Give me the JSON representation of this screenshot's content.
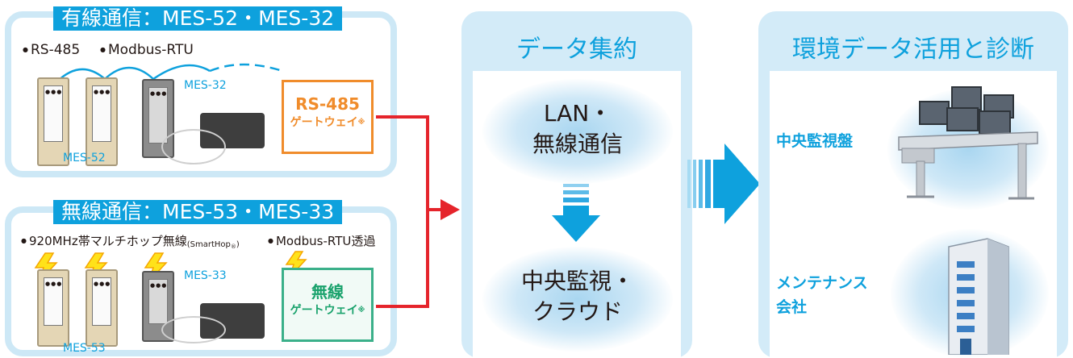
{
  "wired": {
    "title": "有線通信：MES-52・MES-32",
    "bullet1": "RS-485",
    "bullet2": "Modbus-RTU",
    "device_label_a": "MES-32",
    "device_label_b": "MES-52",
    "gateway_title": "RS-485",
    "gateway_sub": "ゲートウェイ",
    "gateway_mark": "※"
  },
  "wireless": {
    "title": "無線通信：MES-53・MES-33",
    "bullet1_main": "920MHz帯マルチホップ無線",
    "bullet1_small": "(SmartHop",
    "bullet1_reg": "®",
    "bullet1_close": ")",
    "bullet2": "Modbus-RTU透過",
    "device_label_a": "MES-33",
    "device_label_b": "MES-53",
    "gateway_title": "無線",
    "gateway_sub": "ゲートウェイ",
    "gateway_mark": "※"
  },
  "aggregation": {
    "header": "データ集約",
    "top_line1": "LAN・",
    "top_line2": "無線通信",
    "bottom_line1": "中央監視・",
    "bottom_line2": "クラウド"
  },
  "utilization": {
    "header": "環境データ活用と診断",
    "item1": "中央監視盤",
    "item2_line1": "メンテナンス",
    "item2_line2": "会社"
  },
  "colors": {
    "accent": "#0ea1dd",
    "panel_bg": "#d3ebf8",
    "connector": "#e5242b",
    "rs485_gateway": "#f08c2b",
    "wireless_gateway": "#3bb08a"
  },
  "bullet_glyph": "●"
}
